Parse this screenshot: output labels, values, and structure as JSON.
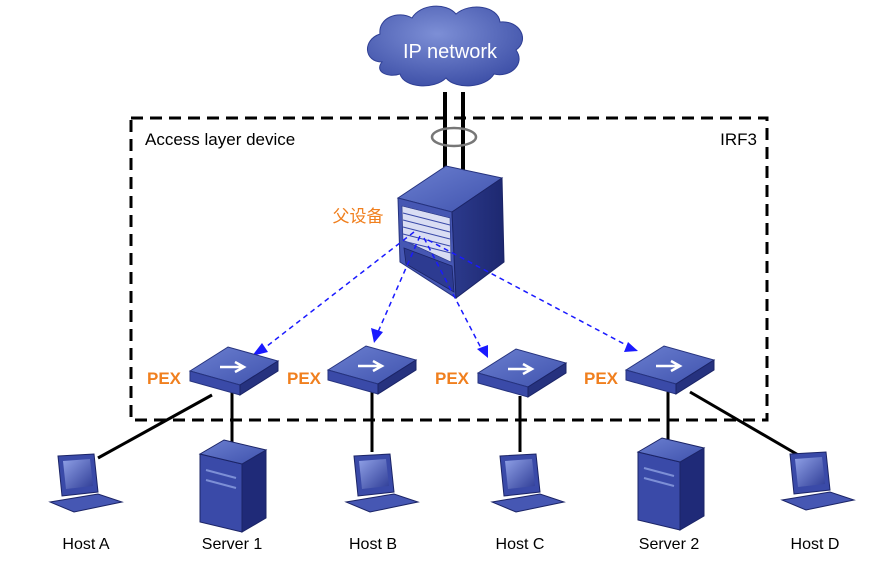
{
  "cloud": {
    "label": "IP network",
    "fill": "#4d5fae"
  },
  "irf": {
    "title": "Access layer device",
    "name": "IRF3"
  },
  "parent": {
    "label": "父设备"
  },
  "pex": [
    {
      "label": "PEX"
    },
    {
      "label": "PEX"
    },
    {
      "label": "PEX"
    },
    {
      "label": "PEX"
    }
  ],
  "endpoints": [
    {
      "label": "Host A",
      "kind": "host"
    },
    {
      "label": "Server 1",
      "kind": "server"
    },
    {
      "label": "Host B",
      "kind": "host"
    },
    {
      "label": "Host C",
      "kind": "host"
    },
    {
      "label": "Server 2",
      "kind": "server"
    },
    {
      "label": "Host D",
      "kind": "host"
    }
  ],
  "colors": {
    "pex_label": "#f07f1e",
    "parent_label": "#f07f1e",
    "dashed_link": "#1a1aff",
    "device_blue": "#3a4aa8",
    "box_border": "#000000"
  }
}
